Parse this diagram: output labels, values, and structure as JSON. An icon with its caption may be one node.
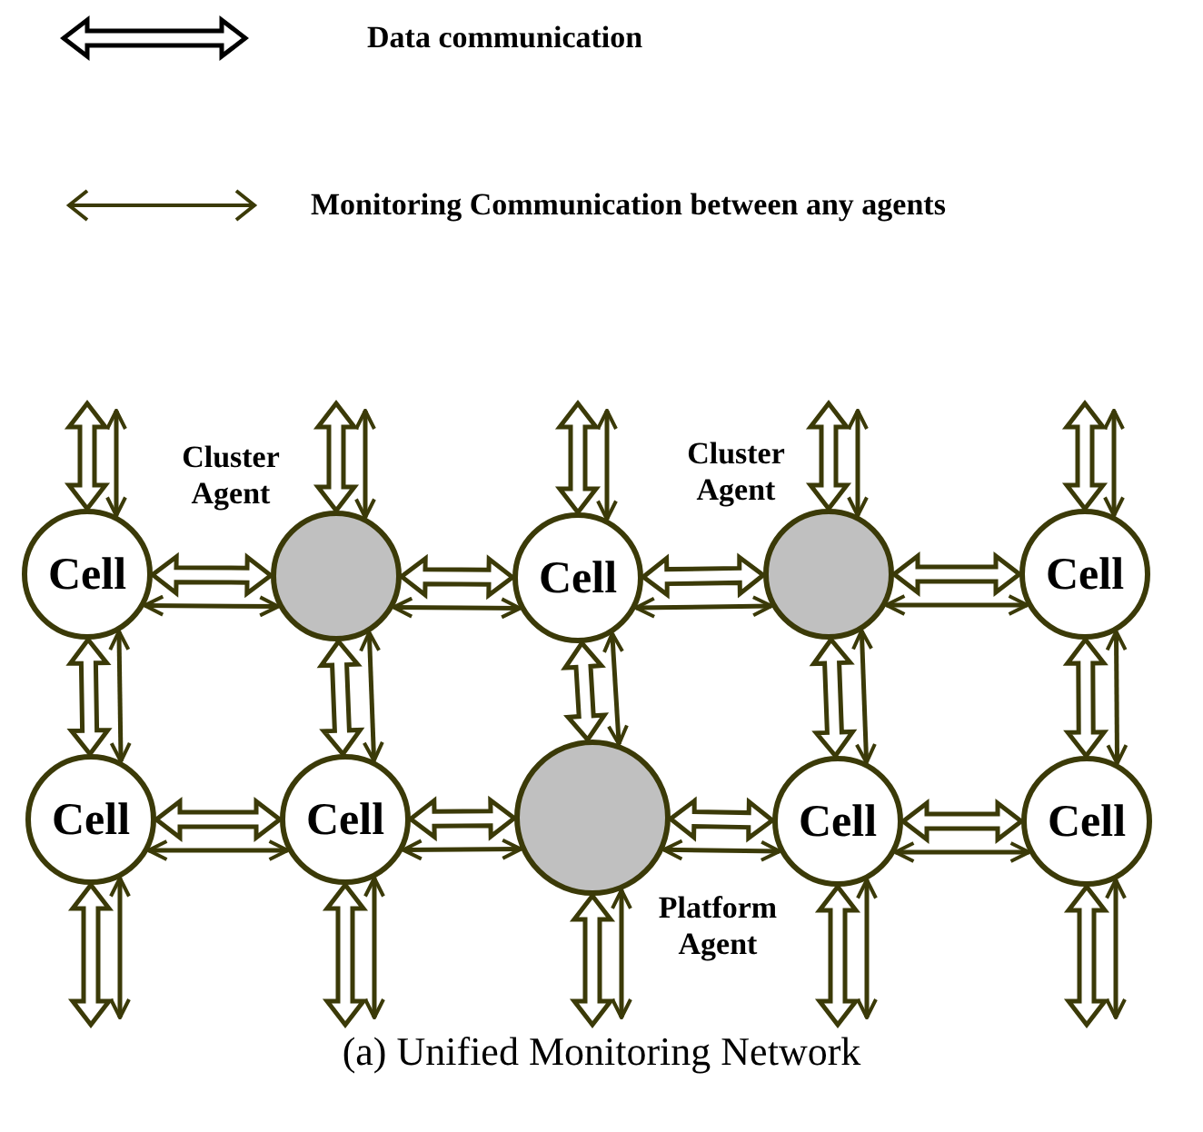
{
  "diagram": {
    "caption": "(a) Unified Monitoring Network",
    "nodes": [
      {
        "text": [
          "Cell"
        ]
      },
      {
        "text": [],
        "shape": "circle",
        "beside": [
          "Cluster Agent"
        ]
      },
      {
        "text": [
          "Cell"
        ]
      },
      {
        "text": [],
        "shape": "circle",
        "beside": [
          "Cluster Agent"
        ]
      },
      {
        "text": [
          "Cell"
        ]
      },
      {
        "text": [
          "Cell"
        ]
      },
      {
        "text": [
          "Cell"
        ]
      },
      {
        "text": [],
        "shape": "circle",
        "beside": [
          "Platform Agent"
        ]
      },
      {
        "text": [
          "Cell"
        ]
      },
      {
        "text": [
          "Cell"
        ]
      }
    ],
    "edges": [
      {
        "from": 0,
        "to": 1,
        "arrow": "both",
        "style": "thick"
      },
      {
        "from": 0,
        "to": 1,
        "arrow": "both"
      },
      {
        "from": 1,
        "to": 2,
        "arrow": "both",
        "style": "thick"
      },
      {
        "from": 1,
        "to": 2,
        "arrow": "both"
      },
      {
        "from": 2,
        "to": 3,
        "arrow": "both",
        "style": "thick"
      },
      {
        "from": 2,
        "to": 3,
        "arrow": "both"
      },
      {
        "from": 3,
        "to": 4,
        "arrow": "both",
        "style": "thick"
      },
      {
        "from": 3,
        "to": 4,
        "arrow": "both"
      },
      {
        "from": 5,
        "to": 6,
        "arrow": "both",
        "style": "thick"
      },
      {
        "from": 5,
        "to": 6,
        "arrow": "both"
      },
      {
        "from": 6,
        "to": 7,
        "arrow": "both",
        "style": "thick"
      },
      {
        "from": 6,
        "to": 7,
        "arrow": "both"
      },
      {
        "from": 7,
        "to": 8,
        "arrow": "both",
        "style": "thick"
      },
      {
        "from": 7,
        "to": 8,
        "arrow": "both"
      },
      {
        "from": 8,
        "to": 9,
        "arrow": "both",
        "style": "thick"
      },
      {
        "from": 8,
        "to": 9,
        "arrow": "both"
      },
      {
        "from": 0,
        "to": 5,
        "arrow": "both",
        "style": "thick"
      },
      {
        "from": 0,
        "to": 5,
        "arrow": "both"
      },
      {
        "from": 1,
        "to": 6,
        "arrow": "both",
        "style": "thick"
      },
      {
        "from": 1,
        "to": 6,
        "arrow": "both"
      },
      {
        "from": 2,
        "to": 7,
        "arrow": "both",
        "style": "thick"
      },
      {
        "from": 2,
        "to": 7,
        "arrow": "both"
      },
      {
        "from": 3,
        "to": 8,
        "arrow": "both",
        "style": "thick"
      },
      {
        "from": 3,
        "to": 8,
        "arrow": "both"
      },
      {
        "from": 4,
        "to": 9,
        "arrow": "both",
        "style": "thick"
      },
      {
        "from": 4,
        "to": 9,
        "arrow": "both"
      },
      {
        "from": 0,
        "to": null,
        "arrow": "both",
        "style": "thick"
      },
      {
        "from": 0,
        "to": null,
        "arrow": "both"
      },
      {
        "from": 1,
        "to": null,
        "arrow": "both",
        "style": "thick"
      },
      {
        "from": 1,
        "to": null,
        "arrow": "both"
      },
      {
        "from": 2,
        "to": null,
        "arrow": "both",
        "style": "thick"
      },
      {
        "from": 2,
        "to": null,
        "arrow": "both"
      },
      {
        "from": 3,
        "to": null,
        "arrow": "both",
        "style": "thick"
      },
      {
        "from": 3,
        "to": null,
        "arrow": "both"
      },
      {
        "from": 4,
        "to": null,
        "arrow": "both",
        "style": "thick"
      },
      {
        "from": 4,
        "to": null,
        "arrow": "both"
      },
      {
        "from": 5,
        "to": null,
        "arrow": "both",
        "style": "thick"
      },
      {
        "from": 5,
        "to": null,
        "arrow": "both"
      },
      {
        "from": 6,
        "to": null,
        "arrow": "both",
        "style": "thick"
      },
      {
        "from": 6,
        "to": null,
        "arrow": "both"
      },
      {
        "from": 7,
        "to": null,
        "arrow": "both",
        "style": "thick"
      },
      {
        "from": 7,
        "to": null,
        "arrow": "both"
      },
      {
        "from": 8,
        "to": null,
        "arrow": "both",
        "style": "thick"
      },
      {
        "from": 8,
        "to": null,
        "arrow": "both"
      },
      {
        "from": 9,
        "to": null,
        "arrow": "both",
        "style": "thick"
      },
      {
        "from": 9,
        "to": null,
        "arrow": "both"
      }
    ],
    "legend": [
      {
        "text": "Data communication"
      },
      {
        "text": "Monitoring Communication between any agents"
      }
    ]
  }
}
